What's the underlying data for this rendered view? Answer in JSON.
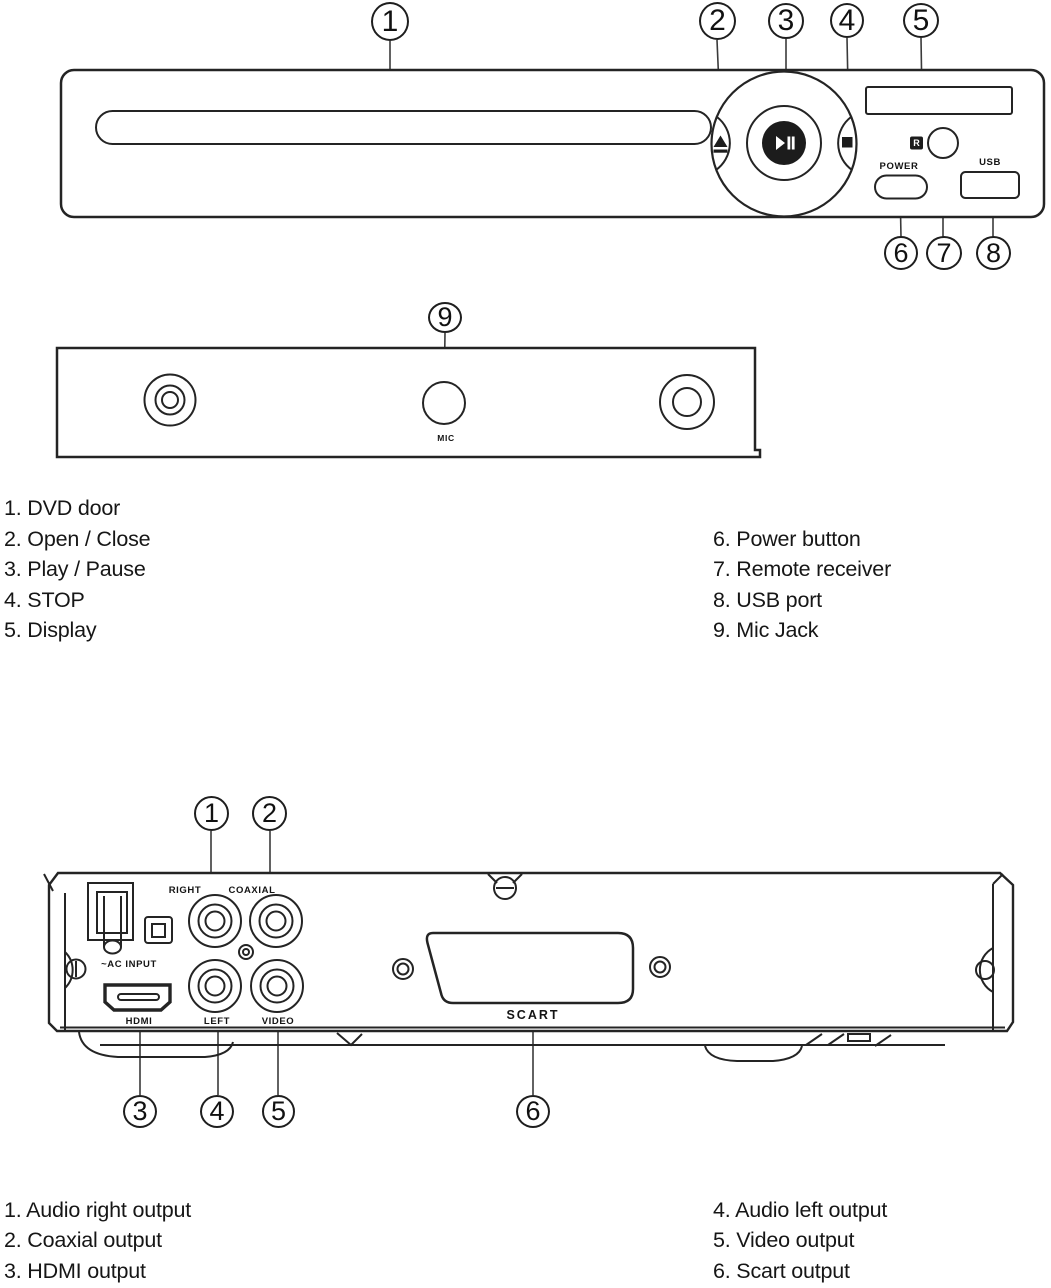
{
  "front_panel": {
    "callouts": [
      "1",
      "2",
      "3",
      "4",
      "5",
      "6",
      "7",
      "8"
    ],
    "power_label": "POWER",
    "usb_label": "USB",
    "ir_glyph": "R"
  },
  "mic_panel": {
    "callout": "9",
    "mic_label": "MIC"
  },
  "rear_panel": {
    "callouts": [
      "1",
      "2",
      "3",
      "4",
      "5",
      "6"
    ],
    "labels": {
      "right": "RIGHT",
      "coaxial": "COAXIAL",
      "left": "LEFT",
      "video": "VIDEO",
      "hdmi": "HDMI",
      "scart": "SCART",
      "ac_input": "~AC INPUT"
    }
  },
  "front_legend": {
    "left": [
      "1. DVD door",
      "2. Open / Close",
      "3. Play / Pause",
      "4. STOP",
      "5. Display"
    ],
    "right": [
      "6. Power button",
      "7. Remote receiver",
      "8. USB port",
      "9. Mic Jack"
    ]
  },
  "rear_legend": {
    "left": [
      "1. Audio right output",
      "2. Coaxial output",
      "3. HDMI output"
    ],
    "right": [
      "4. Audio left output",
      "5. Video output",
      "6. Scart output"
    ]
  }
}
